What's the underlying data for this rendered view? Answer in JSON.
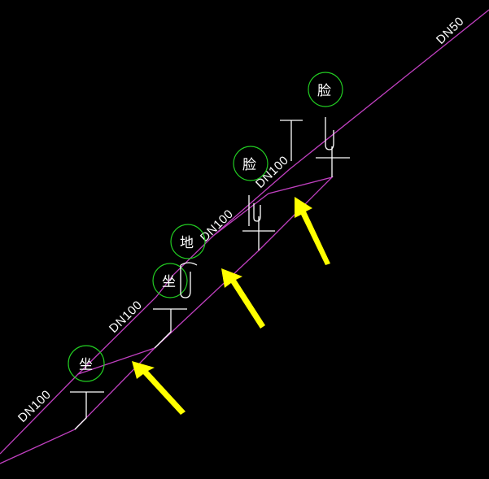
{
  "colors": {
    "background": "#000000",
    "pipe": "#c040c0",
    "fixture": "#ffffff",
    "tag_circle": "#22cc22",
    "arrow": "#ffff00"
  },
  "pipe_labels": [
    "DN100",
    "DN100",
    "DN100",
    "DN100",
    "DN50"
  ],
  "fixture_tags": [
    "坐",
    "坐",
    "地",
    "脸",
    "脸"
  ],
  "annotations": {
    "arrows": 3,
    "arrow_color_name": "yellow"
  }
}
